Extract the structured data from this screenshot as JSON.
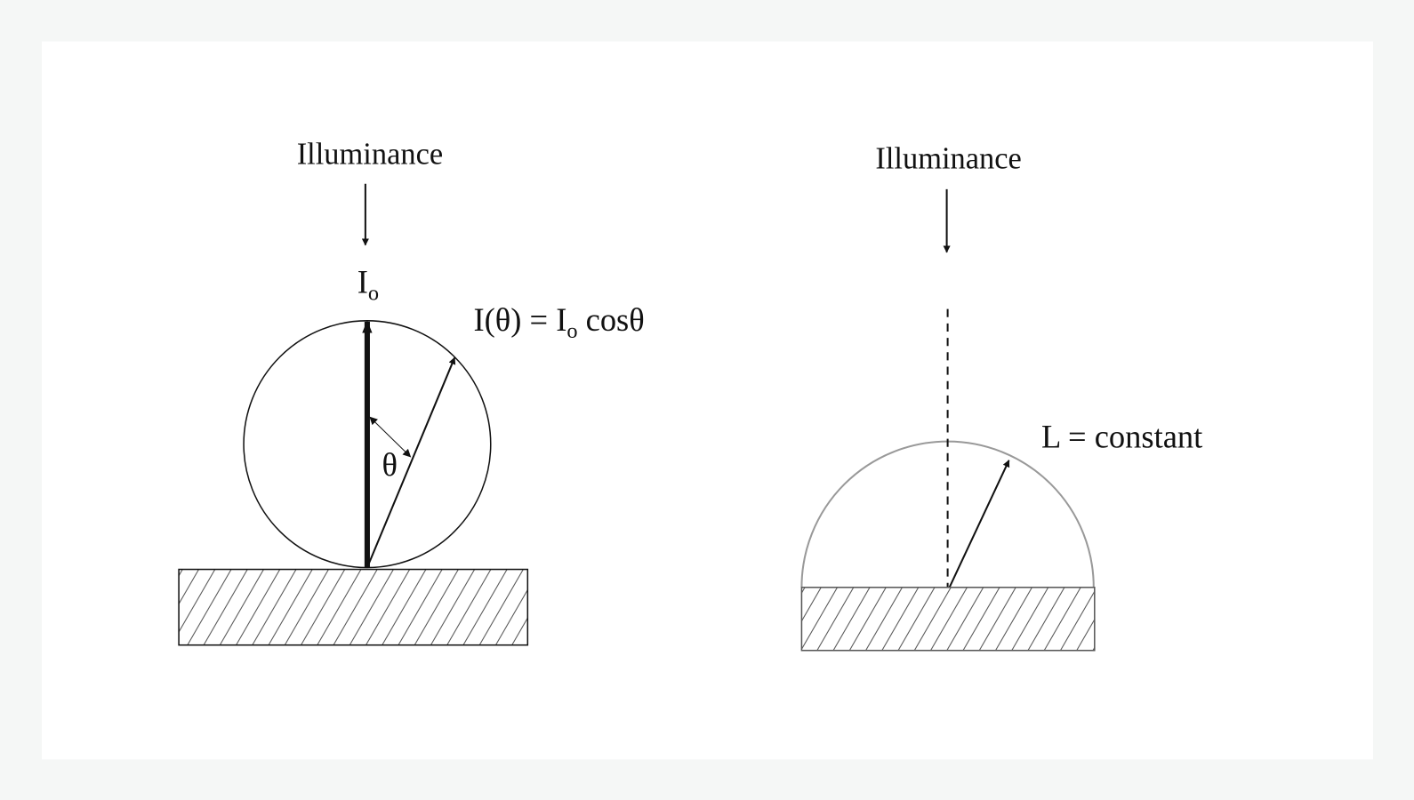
{
  "left_diagram": {
    "illuminance_label": "Illuminance",
    "peak_label": "I",
    "peak_subscript": "o",
    "formula_prefix": "I(θ) = I",
    "formula_subscript": "o",
    "formula_suffix": " cosθ",
    "angle_label": "θ"
  },
  "right_diagram": {
    "illuminance_label": "Illuminance",
    "luminance_label": "L = constant"
  },
  "colors": {
    "background": "#f5f7f6",
    "panel": "#ffffff",
    "ink": "#111111",
    "hemisphere": "#999999"
  }
}
